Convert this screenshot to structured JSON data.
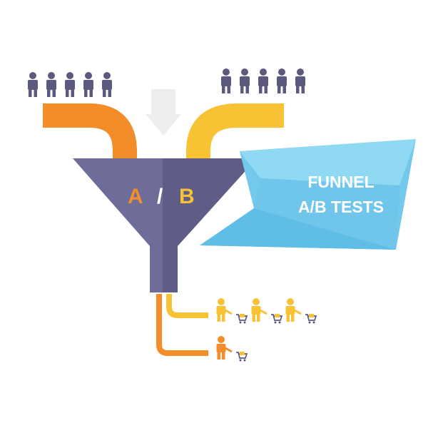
{
  "funnel": {
    "letter_a": "A",
    "separator": "/",
    "letter_b": "B"
  },
  "banner": {
    "line1": "FUNNEL",
    "line2": "A/B TESTS"
  },
  "groups": {
    "left_input_people": 5,
    "right_input_people": 5,
    "output_b_shoppers": 3,
    "output_a_shoppers": 1
  },
  "colors": {
    "funnel_left": "#6e6c99",
    "funnel_right": "#5f5d87",
    "people": "#5c597f",
    "pipe_a": "#f28d2a",
    "pipe_b": "#f7c233",
    "arrow": "#eeeeee",
    "banner_light": "#8fd9f3",
    "banner_mid": "#72c9ec",
    "banner_dark": "#5fbde6",
    "banner_text": "#ffffff"
  },
  "icons": {
    "input_person": "person-icon",
    "output_person": "shopper-icon",
    "cart": "shopping-cart-icon",
    "arrow": "down-arrow-icon"
  }
}
